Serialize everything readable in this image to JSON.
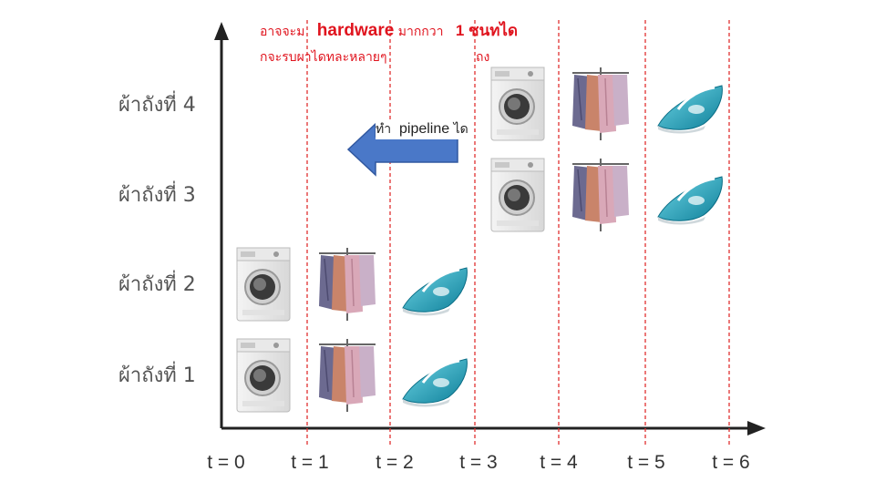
{
  "note": {
    "line1_prefix": "อาจจะม",
    "line1_highlight": "hardware",
    "line1_middle": "มากกวา",
    "line1_number": "1 ชนทได",
    "line2_left": "กจะรบผาไดทละหลายๆ",
    "line2_right": "ถง"
  },
  "pipeline_label": {
    "prefix": "ทำ",
    "word": "pipeline",
    "suffix": "ได"
  },
  "rows": [
    {
      "label": "ผ้าถังที่ 4",
      "stages": [
        "washer-icon",
        "clothes-rack-icon",
        "iron-icon"
      ]
    },
    {
      "label": "ผ้าถังที่ 3",
      "stages": [
        "washer-icon",
        "clothes-rack-icon",
        "iron-icon"
      ]
    },
    {
      "label": "ผ้าถังที่ 2",
      "stages": [
        "washer-icon",
        "clothes-rack-icon",
        "iron-icon"
      ]
    },
    {
      "label": "ผ้าถังที่ 1",
      "stages": [
        "washer-icon",
        "clothes-rack-icon",
        "iron-icon"
      ]
    }
  ],
  "time_ticks": [
    "t = 0",
    "t = 1",
    "t = 2",
    "t = 3",
    "t = 4",
    "t = 5",
    "t = 6"
  ],
  "colors": {
    "axis": "#222222",
    "divider": "#e03030",
    "arrow_fill": "#4a78c8",
    "arrow_stroke": "#3158a0",
    "note_text": "#e0141e",
    "iron": "#1fa6c0"
  }
}
